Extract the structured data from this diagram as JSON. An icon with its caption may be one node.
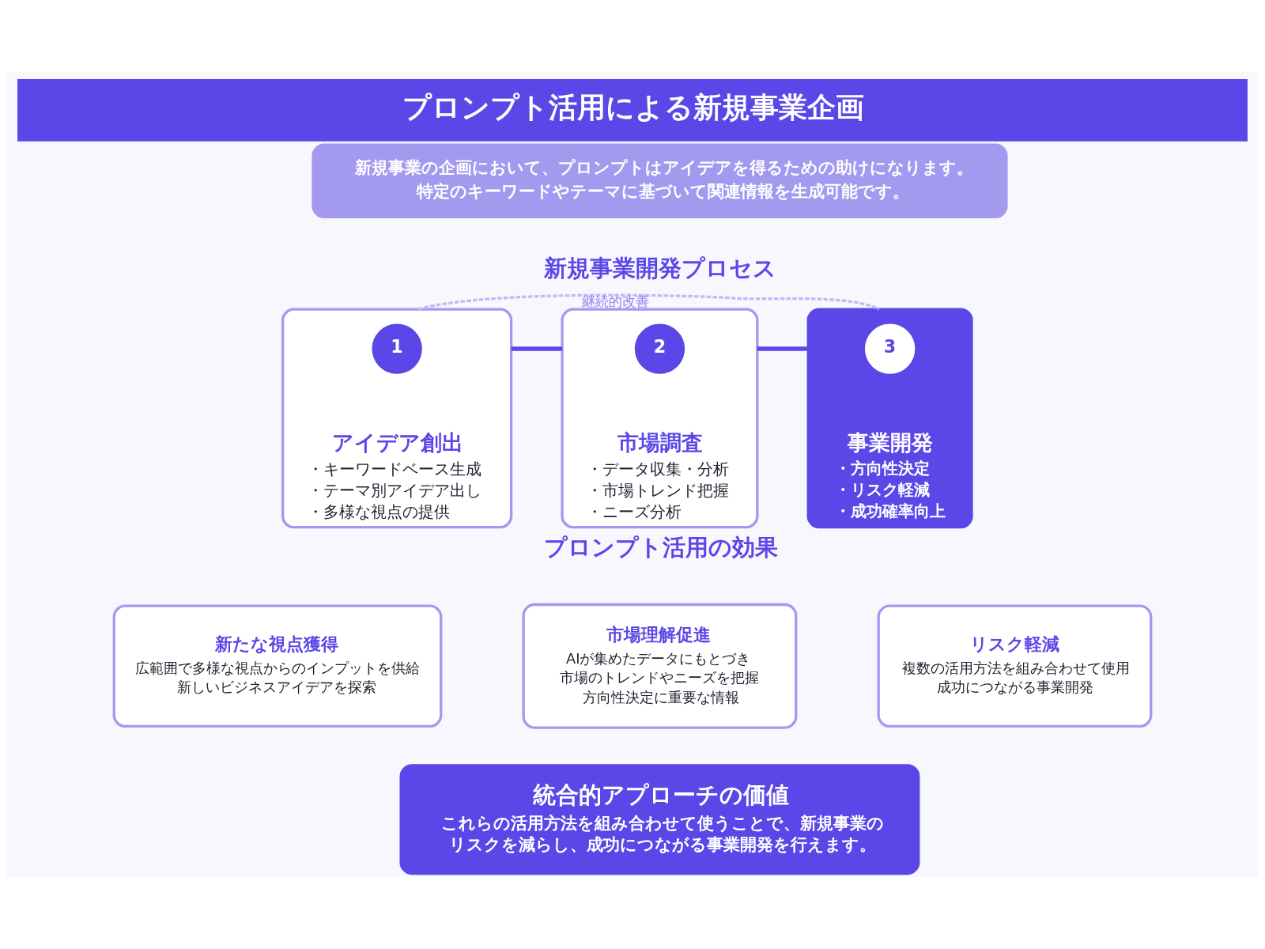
{
  "diagram": {
    "title": "プロンプト活用による新規事業企画",
    "nodes": [
      {
        "text": [
          "新規事業の企画において、プロンプトはアイデアを得るための助けになります。",
          "特定のキーワードやテーマに基づいて関連情報を生成可能です。"
        ]
      },
      {
        "text": [
          "アイデア創出",
          "・キーワードベース生成",
          "・テーマ別アイデア出し",
          "・多様な視点の提供"
        ]
      },
      {
        "text": [
          "1"
        ],
        "in": 1
      },
      {
        "text": [
          "市場調査",
          "・データ収集・分析",
          "・市場トレンド把握",
          "・ニーズ分析"
        ]
      },
      {
        "text": [
          "2"
        ],
        "in": 3
      },
      {
        "text": [
          "事業開発",
          "・方向性決定",
          "・リスク軽減",
          "・成功確率向上"
        ]
      },
      {
        "text": [
          "3"
        ],
        "in": 5
      },
      {
        "text": [
          "新たな視点獲得",
          "広範囲で多様な視点からのインプットを供給",
          "新しいビジネスアイデアを探索"
        ]
      },
      {
        "text": [
          "市場理解促進",
          "AIが集めたデータにもとづき",
          "市場のトレンドやニーズを把握",
          "方向性決定に重要な情報"
        ]
      },
      {
        "text": [
          "リスク軽減",
          "複数の活用方法を組み合わせて使用",
          "成功につながる事業開発"
        ]
      },
      {
        "text": [
          "統合的アプローチの価値",
          "これらの活用方法を組み合わせて使うことで、新規事業のリスクを減らし、成功につながる事業開発を行えます。"
        ]
      }
    ],
    "edges": [
      {
        "from": 1,
        "to": 3,
        "arrow": "none"
      },
      {
        "from": 3,
        "to": 5,
        "arrow": "none"
      },
      {
        "from": 1,
        "to": 5,
        "arrow": "none",
        "label": "継続的改善",
        "style": "dashed",
        "color": "#c4b8f5"
      }
    ],
    "labels": [
      "新規事業開発プロセス",
      "プロンプト活用の効果"
    ]
  }
}
